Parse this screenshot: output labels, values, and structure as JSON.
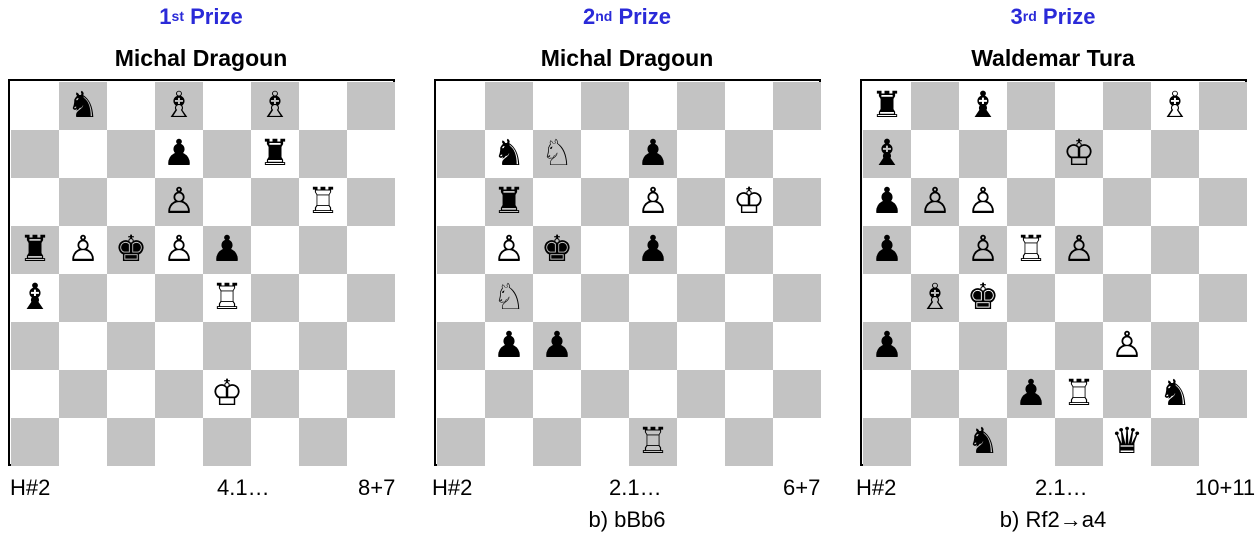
{
  "problems": [
    {
      "prize": {
        "num": "1",
        "suffix": "st",
        "word": "Prize"
      },
      "composer": "Michal Dragoun",
      "stipulation": "H#2",
      "solutions": "4.1…",
      "material": "8+7",
      "twin": "",
      "pieces": [
        {
          "sq": "b8",
          "p": "n"
        },
        {
          "sq": "d8",
          "p": "B"
        },
        {
          "sq": "f8",
          "p": "B"
        },
        {
          "sq": "d7",
          "p": "p"
        },
        {
          "sq": "f7",
          "p": "r"
        },
        {
          "sq": "d6",
          "p": "P"
        },
        {
          "sq": "g6",
          "p": "R"
        },
        {
          "sq": "a5",
          "p": "r"
        },
        {
          "sq": "b5",
          "p": "P"
        },
        {
          "sq": "c5",
          "p": "k"
        },
        {
          "sq": "d5",
          "p": "P"
        },
        {
          "sq": "e5",
          "p": "p"
        },
        {
          "sq": "a4",
          "p": "b"
        },
        {
          "sq": "e4",
          "p": "R"
        },
        {
          "sq": "e2",
          "p": "K"
        }
      ]
    },
    {
      "prize": {
        "num": "2",
        "suffix": "nd",
        "word": "Prize"
      },
      "composer": "Michal Dragoun",
      "stipulation": "H#2",
      "solutions": "2.1…",
      "material": "6+7",
      "twin": "b) bBb6",
      "pieces": [
        {
          "sq": "b7",
          "p": "n"
        },
        {
          "sq": "c7",
          "p": "N"
        },
        {
          "sq": "e7",
          "p": "p"
        },
        {
          "sq": "b6",
          "p": "r"
        },
        {
          "sq": "e6",
          "p": "P"
        },
        {
          "sq": "g6",
          "p": "K"
        },
        {
          "sq": "b5",
          "p": "P"
        },
        {
          "sq": "c5",
          "p": "k"
        },
        {
          "sq": "e5",
          "p": "p"
        },
        {
          "sq": "b4",
          "p": "N"
        },
        {
          "sq": "b3",
          "p": "p"
        },
        {
          "sq": "c3",
          "p": "p"
        },
        {
          "sq": "e1",
          "p": "R"
        }
      ]
    },
    {
      "prize": {
        "num": "3",
        "suffix": "rd",
        "word": "Prize"
      },
      "composer": "Waldemar Tura",
      "stipulation": "H#2",
      "solutions": "2.1…",
      "material": "10+11",
      "twin": "b) Rf2→a4",
      "pieces": [
        {
          "sq": "a8",
          "p": "r"
        },
        {
          "sq": "c8",
          "p": "b"
        },
        {
          "sq": "g8",
          "p": "B"
        },
        {
          "sq": "a7",
          "p": "b"
        },
        {
          "sq": "e7",
          "p": "K"
        },
        {
          "sq": "a6",
          "p": "p"
        },
        {
          "sq": "b6",
          "p": "P"
        },
        {
          "sq": "c6",
          "p": "P"
        },
        {
          "sq": "a5",
          "p": "p"
        },
        {
          "sq": "c5",
          "p": "P"
        },
        {
          "sq": "d5",
          "p": "R"
        },
        {
          "sq": "e5",
          "p": "P"
        },
        {
          "sq": "b4",
          "p": "B"
        },
        {
          "sq": "c4",
          "p": "k"
        },
        {
          "sq": "a3",
          "p": "p"
        },
        {
          "sq": "f3",
          "p": "P"
        },
        {
          "sq": "d2",
          "p": "p"
        },
        {
          "sq": "e2",
          "p": "R"
        },
        {
          "sq": "g2",
          "p": "n"
        },
        {
          "sq": "c1",
          "p": "n"
        },
        {
          "sq": "f1",
          "p": "q"
        }
      ]
    }
  ]
}
